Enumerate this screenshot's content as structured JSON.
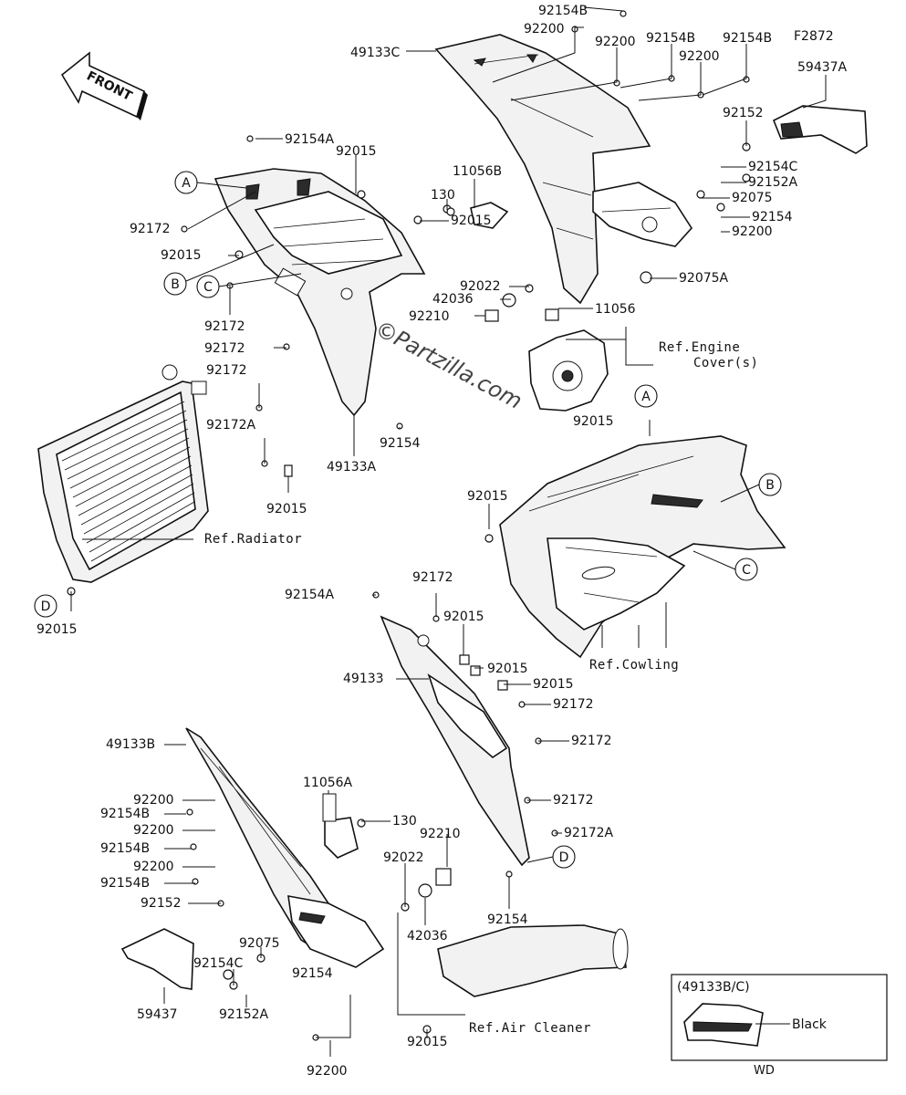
{
  "figure_code": "F2872",
  "front_label": "FRONT",
  "watermark": "Partzilla.com",
  "watermark_symbol": "©",
  "part_labels": [
    {
      "id": "p1",
      "text": "92154B"
    },
    {
      "id": "p2",
      "text": "92200"
    },
    {
      "id": "p3",
      "text": "49133C"
    },
    {
      "id": "p4",
      "text": "92200"
    },
    {
      "id": "p5",
      "text": "92154B"
    },
    {
      "id": "p6",
      "text": "92154B"
    },
    {
      "id": "p7",
      "text": "92200"
    },
    {
      "id": "p8",
      "text": "59437A"
    },
    {
      "id": "p9",
      "text": "92154A"
    },
    {
      "id": "p10",
      "text": "92015"
    },
    {
      "id": "p11",
      "text": "92152"
    },
    {
      "id": "p12",
      "text": "11056B"
    },
    {
      "id": "p13",
      "text": "92154C"
    },
    {
      "id": "p14",
      "text": "92152A"
    },
    {
      "id": "p15",
      "text": "130"
    },
    {
      "id": "p16",
      "text": "92172"
    },
    {
      "id": "p17",
      "text": "92075"
    },
    {
      "id": "p18",
      "text": "92154"
    },
    {
      "id": "p19",
      "text": "92015"
    },
    {
      "id": "p20",
      "text": "92015"
    },
    {
      "id": "p21",
      "text": "92200"
    },
    {
      "id": "p22",
      "text": "92075A"
    },
    {
      "id": "p23",
      "text": "92022"
    },
    {
      "id": "p24",
      "text": "42036"
    },
    {
      "id": "p25",
      "text": "92172"
    },
    {
      "id": "p26",
      "text": "11056"
    },
    {
      "id": "p27",
      "text": "92210"
    },
    {
      "id": "p28",
      "text": "92172"
    },
    {
      "id": "p29",
      "text": "92172"
    },
    {
      "id": "p30",
      "text": "92172A"
    },
    {
      "id": "p31",
      "text": "92154"
    },
    {
      "id": "p32",
      "text": "49133A"
    },
    {
      "id": "p33",
      "text": "92015"
    },
    {
      "id": "p34",
      "text": "92015"
    },
    {
      "id": "p35",
      "text": "92015"
    },
    {
      "id": "p36",
      "text": "92172"
    },
    {
      "id": "p37",
      "text": "92154A"
    },
    {
      "id": "p38",
      "text": "92015"
    },
    {
      "id": "p39",
      "text": "92015"
    },
    {
      "id": "p40",
      "text": "92015"
    },
    {
      "id": "p41",
      "text": "49133"
    },
    {
      "id": "p42",
      "text": "92015"
    },
    {
      "id": "p43",
      "text": "92172"
    },
    {
      "id": "p44",
      "text": "49133B"
    },
    {
      "id": "p45",
      "text": "92172"
    },
    {
      "id": "p46",
      "text": "11056A"
    },
    {
      "id": "p47",
      "text": "92200"
    },
    {
      "id": "p48",
      "text": "92154B"
    },
    {
      "id": "p49",
      "text": "92200"
    },
    {
      "id": "p50",
      "text": "92172"
    },
    {
      "id": "p51",
      "text": "130"
    },
    {
      "id": "p52",
      "text": "92210"
    },
    {
      "id": "p53",
      "text": "92154B"
    },
    {
      "id": "p54",
      "text": "92200"
    },
    {
      "id": "p55",
      "text": "92172A"
    },
    {
      "id": "p56",
      "text": "92022"
    },
    {
      "id": "p57",
      "text": "92154B"
    },
    {
      "id": "p58",
      "text": "92152"
    },
    {
      "id": "p59",
      "text": "92154"
    },
    {
      "id": "p60",
      "text": "42036"
    },
    {
      "id": "p61",
      "text": "92075"
    },
    {
      "id": "p62",
      "text": "92154C"
    },
    {
      "id": "p63",
      "text": "92154"
    },
    {
      "id": "p64",
      "text": "59437"
    },
    {
      "id": "p65",
      "text": "92152A"
    },
    {
      "id": "p66",
      "text": "92015"
    },
    {
      "id": "p67",
      "text": "92200"
    }
  ],
  "references": [
    {
      "id": "r1",
      "text": "Ref.Engine"
    },
    {
      "id": "r2",
      "text": "Cover(s)"
    },
    {
      "id": "r3",
      "text": "Ref.Radiator"
    },
    {
      "id": "r4",
      "text": "Ref.Cowling"
    },
    {
      "id": "r5",
      "text": "Ref.Air Cleaner"
    }
  ],
  "callouts": [
    "A",
    "B",
    "C",
    "D",
    "A",
    "B",
    "C",
    "D"
  ],
  "inset": {
    "title": "(49133B/C)",
    "color_label": "Black",
    "code": "WD"
  }
}
